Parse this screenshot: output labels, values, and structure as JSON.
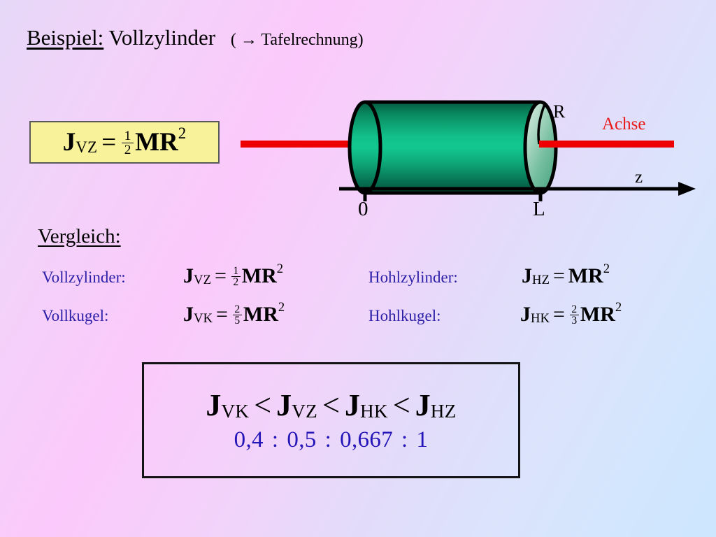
{
  "slide": {
    "background_gradient": [
      "#e6d8f8",
      "#fbc9fb",
      "#cde7fe"
    ],
    "title": {
      "keyword": "Beispiel:",
      "subject": "Vollzylinder",
      "note": "( → Tafelrechnung)"
    }
  },
  "formula_box": {
    "background": "#f8f39a",
    "border_color": "#5a5a5a",
    "symbol": "J",
    "subscript": "VZ",
    "equals": "=",
    "numerator": "1",
    "denominator": "2",
    "mass": "M",
    "radius": "R",
    "exponent": "2"
  },
  "diagram": {
    "body_color_dark": "#04694b",
    "body_color_bright": "#12c58c",
    "face_color_light": "#bfe0cf",
    "face_color_mid": "#4fae8b",
    "axis_line_color": "#ee0000",
    "axis_label": "Achse",
    "radius_label": "R",
    "z_axis_label": "z",
    "tick_start_label": "0",
    "tick_end_label": "L",
    "z_axis_color": "#000000"
  },
  "comparison": {
    "heading": "Vergleich:",
    "label_color": "#2d20a8",
    "rows": [
      {
        "left": {
          "label": "Vollzylinder:",
          "symbol": "J",
          "subscript": "VZ",
          "equals": "=",
          "numerator": "1",
          "denominator": "2",
          "mass": "M",
          "radius": "R",
          "exponent": "2"
        },
        "right": {
          "label": "Hohlzylinder:",
          "symbol": "J",
          "subscript": "HZ",
          "equals": "=",
          "numerator": "",
          "denominator": "",
          "mass": "M",
          "radius": "R",
          "exponent": "2"
        }
      },
      {
        "left": {
          "label": "Vollkugel:",
          "symbol": "J",
          "subscript": "VK",
          "equals": "=",
          "numerator": "2",
          "denominator": "5",
          "mass": "M",
          "radius": "R",
          "exponent": "2"
        },
        "right": {
          "label": "Hohlkugel:",
          "symbol": "J",
          "subscript": "HK",
          "equals": "=",
          "numerator": "2",
          "denominator": "3",
          "mass": "M",
          "radius": "R",
          "exponent": "2"
        }
      }
    ]
  },
  "result": {
    "border_color": "#141414",
    "inequality": {
      "terms": [
        {
          "symbol": "J",
          "subscript": "VK"
        },
        {
          "symbol": "J",
          "subscript": "VZ"
        },
        {
          "symbol": "J",
          "subscript": "HK"
        },
        {
          "symbol": "J",
          "subscript": "HZ"
        }
      ],
      "operator": "<"
    },
    "ratio": {
      "values": [
        "0,4",
        "0,5",
        "0,667",
        "1"
      ],
      "separator": ":",
      "color": "#2415b8"
    }
  }
}
